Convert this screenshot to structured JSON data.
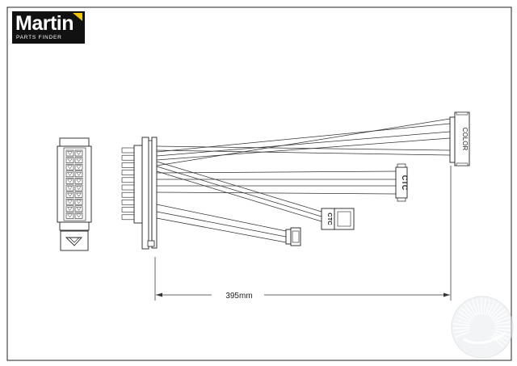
{
  "logo": {
    "brand": "Martin",
    "subtitle": "PARTS FINDER",
    "brand_color": "#f5c400"
  },
  "diagram": {
    "connector_labels": {
      "color": "COLOR",
      "ctc_large": "CTC",
      "ctc_small": "CTC"
    },
    "dimension": "395mm"
  },
  "icons": {
    "watermark": "globe-watermark-icon"
  }
}
